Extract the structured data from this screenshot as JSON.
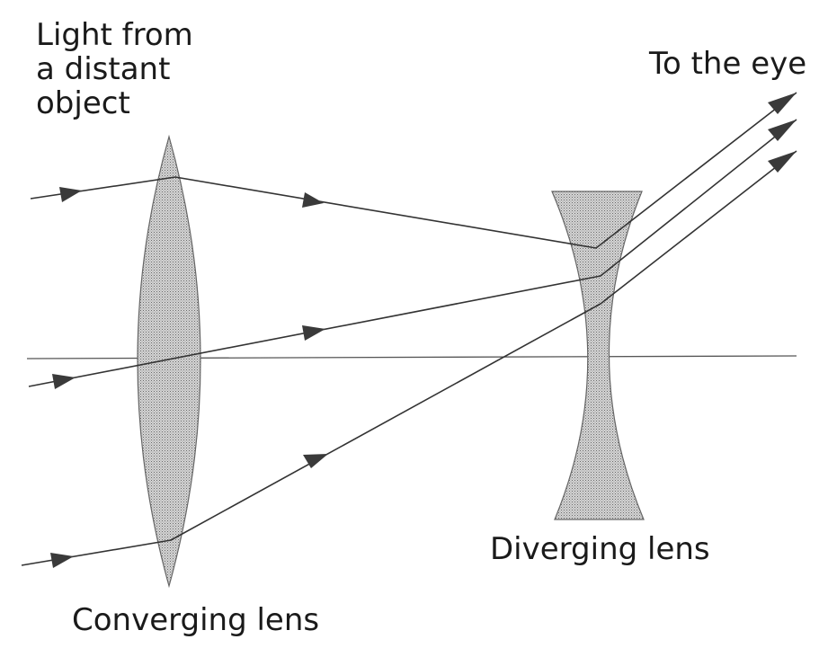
{
  "labels": {
    "source_line1": "Light from",
    "source_line2": "a distant",
    "source_line3": "object",
    "eye": "To the eye",
    "diverging": "Diverging lens",
    "converging": "Converging lens"
  },
  "colors": {
    "ray": "#333333",
    "lens_fill": "#b8b8b8",
    "axis": "#555555"
  }
}
